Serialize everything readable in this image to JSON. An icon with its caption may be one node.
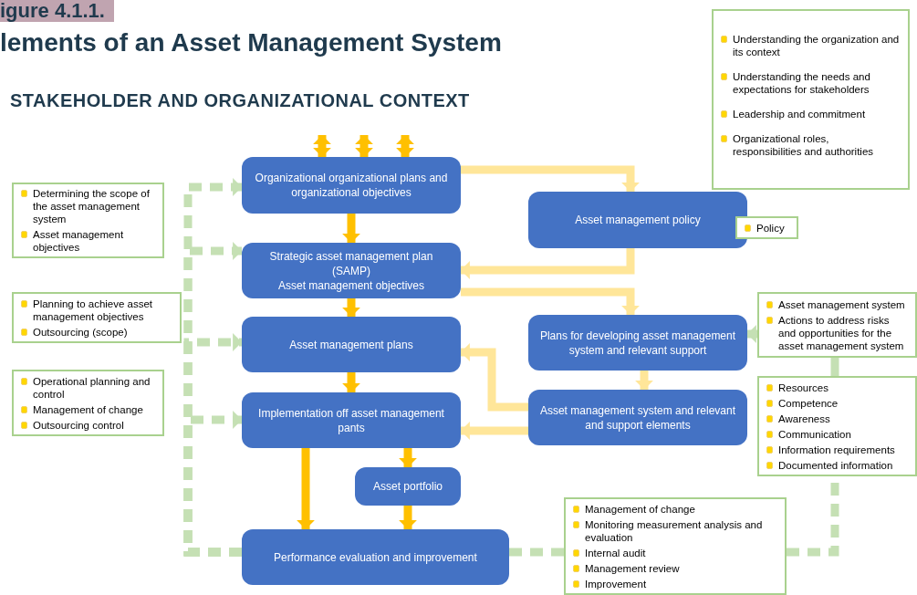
{
  "diagram": {
    "title": "lements of an Asset Management System",
    "nodes": [
      {
        "text": [
          "Organizational organizational plans and organizational objectives"
        ]
      },
      {
        "text": [
          "Asset management policy"
        ]
      },
      {
        "text": [
          "Strategic asset management plan (SAMP)",
          "Asset management objectives"
        ]
      },
      {
        "text": [
          "Asset management plans"
        ]
      },
      {
        "text": [
          "Plans for developing asset management system and relevant support"
        ]
      },
      {
        "text": [
          "Implementation off asset management pants"
        ]
      },
      {
        "text": [
          "Asset management system and relevant and support elements"
        ]
      },
      {
        "text": [
          "Asset portfolio"
        ]
      },
      {
        "text": [
          "Performance evaluation and improvement"
        ]
      },
      {
        "text": [
          "Understanding the organization and its context",
          "Understanding the needs and expectations for stakeholders",
          "Leadership and commitment",
          "Organizational roles, responsibilities and authorities"
        ]
      },
      {
        "text": [
          "Policy"
        ]
      },
      {
        "text": [
          "Determining the scope of the asset management system",
          "Asset management objectives"
        ]
      },
      {
        "text": [
          "Planning to achieve asset management objectives",
          "Outsourcing (scope)"
        ]
      },
      {
        "text": [
          "Operational planning and control",
          "Management of change",
          "Outsourcing control"
        ]
      },
      {
        "text": [
          "Asset management system",
          "Actions to address risks and opportunities for the asset management system"
        ]
      },
      {
        "text": [
          "Resources",
          "Competence",
          "Awareness",
          "Communication",
          "Information requirements",
          "Documented information"
        ]
      },
      {
        "text": [
          "Management of change",
          "Monitoring measurement analysis and evaluation",
          "Internal audit",
          "Management review",
          "Improvement"
        ]
      }
    ],
    "edges": [
      {
        "from": null,
        "to": 0,
        "arrow": "both"
      },
      {
        "from": null,
        "to": 0,
        "arrow": "both"
      },
      {
        "from": null,
        "to": 0,
        "arrow": "both"
      },
      {
        "from": 0,
        "to": 2,
        "arrow": "to"
      },
      {
        "from": 2,
        "to": 3,
        "arrow": "to"
      },
      {
        "from": 3,
        "to": 5,
        "arrow": "to"
      },
      {
        "from": 5,
        "to": 8,
        "arrow": "to"
      },
      {
        "from": 5,
        "to": 7,
        "arrow": "to"
      },
      {
        "from": 7,
        "to": 8,
        "arrow": "to"
      },
      {
        "from": 0,
        "to": 1,
        "arrow": "to",
        "color": "#ffe699"
      },
      {
        "from": 1,
        "to": 2,
        "arrow": "to",
        "color": "#ffe699"
      },
      {
        "from": 2,
        "to": 4,
        "arrow": "to",
        "color": "#ffe699"
      },
      {
        "from": 4,
        "to": 6,
        "arrow": "to",
        "color": "#ffe699"
      },
      {
        "from": 6,
        "to": 3,
        "arrow": "to",
        "color": "#ffe699"
      },
      {
        "from": 6,
        "to": 5,
        "arrow": "to",
        "color": "#ffe699"
      },
      {
        "from": 8,
        "to": 0,
        "arrow": "to",
        "style": "dashed",
        "color": "#c5e0b4"
      },
      {
        "from": 8,
        "to": 2,
        "arrow": "to",
        "style": "dashed",
        "color": "#c5e0b4"
      },
      {
        "from": 8,
        "to": 3,
        "arrow": "to",
        "style": "dashed",
        "color": "#c5e0b4"
      },
      {
        "from": 8,
        "to": 5,
        "arrow": "to",
        "style": "dashed",
        "color": "#c5e0b4"
      },
      {
        "from": 8,
        "to": 16,
        "arrow": "none",
        "style": "dashed",
        "color": "#c5e0b4"
      },
      {
        "from": 16,
        "to": 15,
        "arrow": "none",
        "style": "dashed",
        "color": "#c5e0b4"
      },
      {
        "from": 15,
        "to": 14,
        "arrow": "none",
        "color": "#c5e0b4"
      },
      {
        "from": 14,
        "to": 4,
        "arrow": "to",
        "color": "#c5e0b4"
      }
    ],
    "labels": [
      "igure 4.1.1.",
      "STAKEHOLDER AND ORGANIZATIONAL CONTEXT"
    ]
  }
}
